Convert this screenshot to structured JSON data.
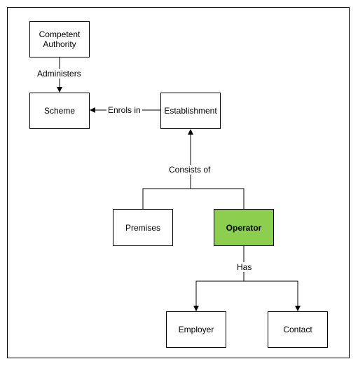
{
  "nodes": {
    "competent_authority": {
      "label": "Competent\nAuthority"
    },
    "scheme": {
      "label": "Scheme"
    },
    "establishment": {
      "label": "Establishment"
    },
    "premises": {
      "label": "Premises"
    },
    "operator": {
      "label": "Operator",
      "highlight_color": "#8cce4e"
    },
    "employer": {
      "label": "Employer"
    },
    "contact": {
      "label": "Contact"
    }
  },
  "edges": {
    "administers": "Administers",
    "enrols_in": "Enrols in",
    "consists_of": "Consists of",
    "has": "Has"
  }
}
